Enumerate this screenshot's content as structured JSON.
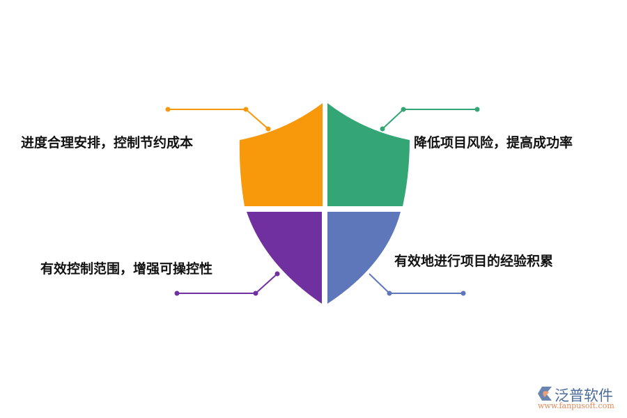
{
  "diagram": {
    "type": "shield-quadrant",
    "quadrants": [
      {
        "id": "top-left",
        "label": "进度合理安排，控制节约成本",
        "color": "#F7990B"
      },
      {
        "id": "top-right",
        "label": "降低项目风险，提高成功率",
        "color": "#34A574"
      },
      {
        "id": "bottom-left",
        "label": "有效控制范围，增强可操控性",
        "color": "#7030A0"
      },
      {
        "id": "bottom-right",
        "label": "有效地进行项目的经验积累",
        "color": "#5E77BA"
      }
    ]
  },
  "watermark": {
    "brand": "泛普软件",
    "url": "www.fanpusoft.com",
    "brand_color": "#4a6a9a",
    "url_color": "#e08a5a"
  }
}
